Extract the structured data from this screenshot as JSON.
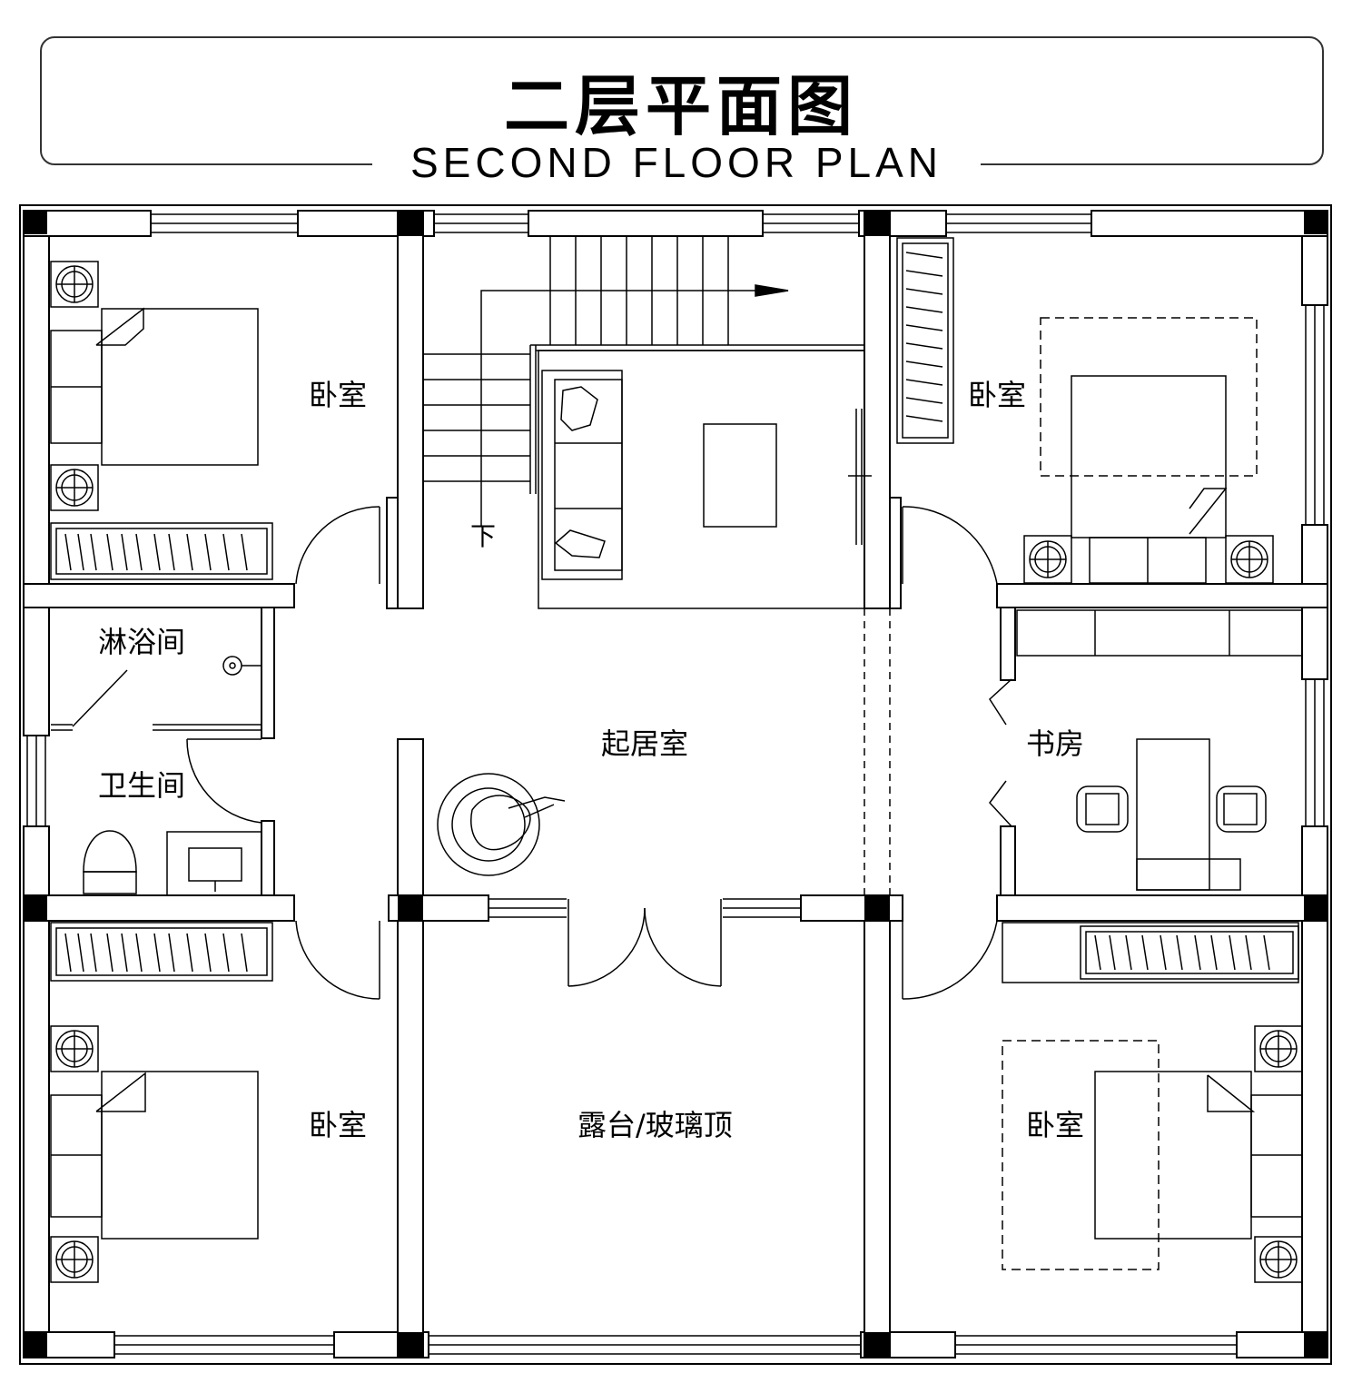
{
  "header": {
    "title_cn": "二层平面图",
    "title_en": "SECOND FLOOR PLAN"
  },
  "rooms": {
    "bedroom_top_left": "卧室",
    "bedroom_top_right": "卧室",
    "bedroom_bottom_left": "卧室",
    "bedroom_bottom_right": "卧室",
    "shower_room": "淋浴间",
    "bathroom": "卫生间",
    "living_room": "起居室",
    "study": "书房",
    "terrace": "露台/玻璃顶",
    "stair_down": "下"
  },
  "colors": {
    "wall": "#000000",
    "line": "#000000",
    "background": "#ffffff"
  }
}
